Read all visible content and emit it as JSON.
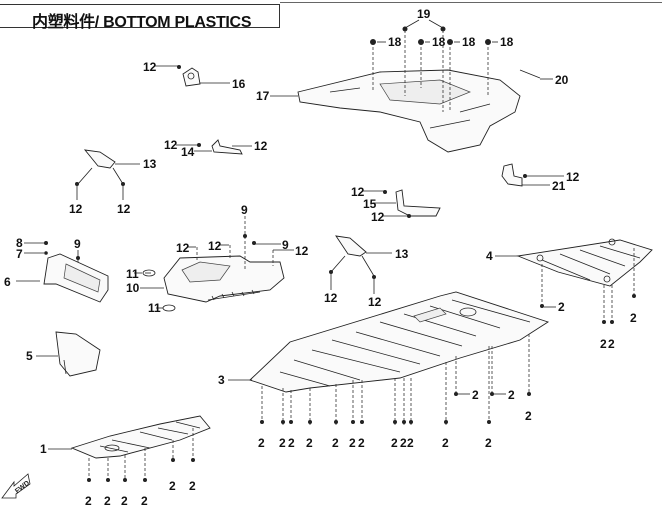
{
  "title": "内塑料件/ BOTTOM PLASTICS",
  "fwd_label": "FWD",
  "colors": {
    "line": "#222222",
    "background": "#ffffff"
  },
  "callouts": {
    "c1": "1",
    "c2": "2",
    "c3": "3",
    "c4": "4",
    "c5": "5",
    "c6": "6",
    "c7": "7",
    "c8": "8",
    "c9": "9",
    "c10": "10",
    "c11": "11",
    "c12": "12",
    "c13": "13",
    "c14": "14",
    "c15": "15",
    "c16": "16",
    "c17": "17",
    "c18": "18",
    "c19": "19",
    "c20": "20",
    "c21": "21"
  }
}
